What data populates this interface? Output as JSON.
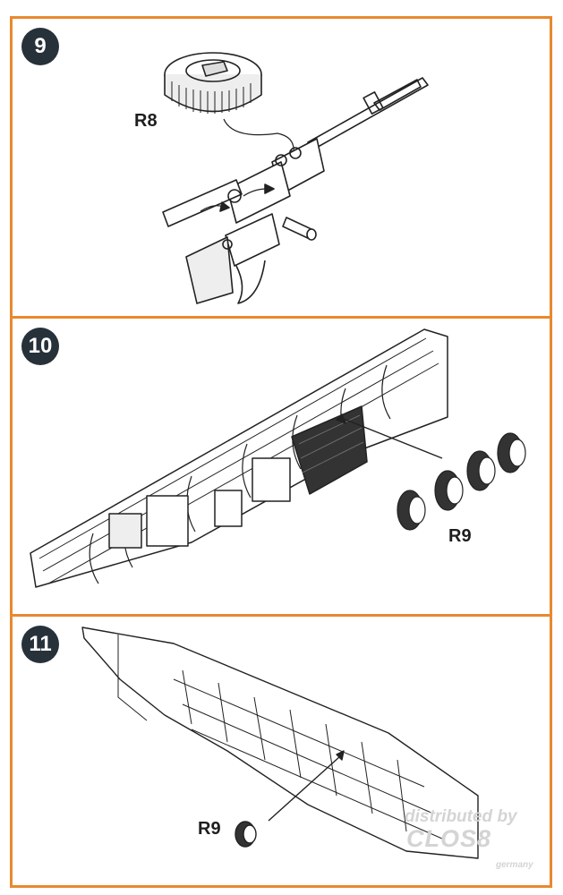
{
  "steps": [
    {
      "number": "9",
      "parts": [
        "R8"
      ]
    },
    {
      "number": "10",
      "parts": [
        "R9"
      ]
    },
    {
      "number": "11",
      "parts": [
        "R9"
      ]
    }
  ],
  "watermark": {
    "line1": "distributed by",
    "line2": "CLOS8",
    "line3": "germany"
  },
  "colors": {
    "panel_border": "#e8892f",
    "badge_fill": "#27313a",
    "line_art": "#222222"
  }
}
